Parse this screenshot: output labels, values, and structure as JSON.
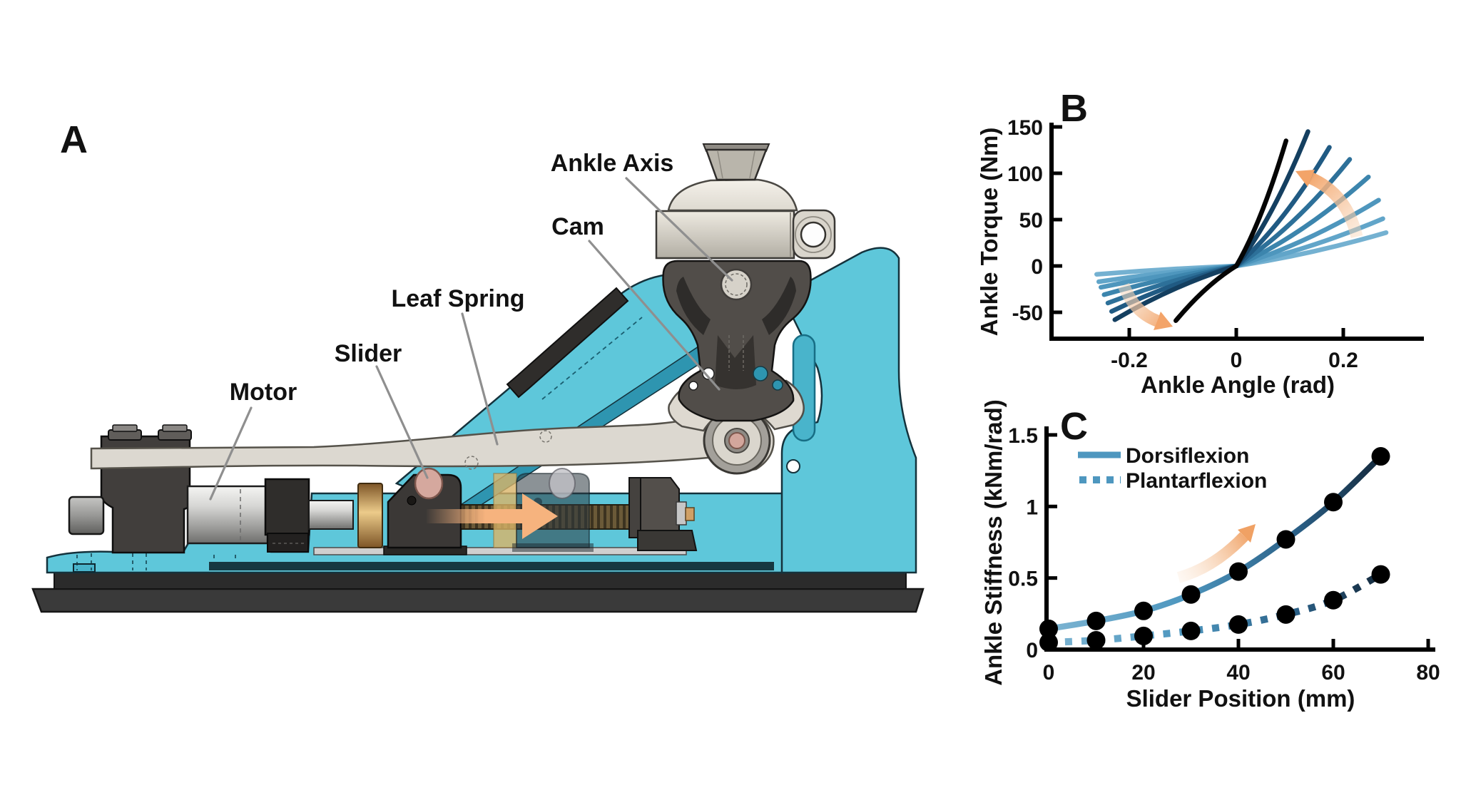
{
  "panels": {
    "a": {
      "letter": "A",
      "labels": {
        "ankle_axis": "Ankle Axis",
        "cam": "Cam",
        "leaf_spring": "Leaf Spring",
        "slider": "Slider",
        "motor": "Motor"
      }
    },
    "b": {
      "letter": "B"
    },
    "c": {
      "letter": "C"
    }
  },
  "chart_data": [
    {
      "id": "ankle-torque-vs-angle",
      "type": "line",
      "title": "",
      "xlabel": "Ankle Angle (rad)",
      "ylabel": "Ankle Torque (Nm)",
      "xlim": [
        -0.345,
        0.35
      ],
      "ylim": [
        -81,
        155
      ],
      "xticks": [
        -0.2,
        0,
        0.2
      ],
      "yticks": [
        150,
        100,
        50,
        0,
        -50
      ],
      "grid": false,
      "legend": "none",
      "series_note": "one torque-angle curve per slider position; colors light blue (0 mm) to black (70 mm); all pass through origin",
      "series": [
        {
          "slider_mm": 0,
          "color": "#74b1d1",
          "points": [
            [
              -0.261,
              -9
            ],
            [
              0,
              0
            ],
            [
              0.28,
              36
            ]
          ]
        },
        {
          "slider_mm": 10,
          "color": "#61a5c9",
          "points": [
            [
              -0.257,
              -17
            ],
            [
              0,
              0
            ],
            [
              0.274,
              51
            ]
          ]
        },
        {
          "slider_mm": 20,
          "color": "#4e96bd",
          "points": [
            [
              -0.253,
              -23
            ],
            [
              0,
              0
            ],
            [
              0.266,
              71
            ]
          ]
        },
        {
          "slider_mm": 30,
          "color": "#3c85ad",
          "points": [
            [
              -0.247,
              -31
            ],
            [
              0,
              0
            ],
            [
              0.247,
              96
            ]
          ]
        },
        {
          "slider_mm": 40,
          "color": "#2d7099",
          "points": [
            [
              -0.24,
              -40
            ],
            [
              0,
              0
            ],
            [
              0.212,
              115
            ]
          ]
        },
        {
          "slider_mm": 50,
          "color": "#205a83",
          "points": [
            [
              -0.233,
              -49
            ],
            [
              0,
              0
            ],
            [
              0.174,
              128
            ]
          ]
        },
        {
          "slider_mm": 60,
          "color": "#143f60",
          "points": [
            [
              -0.227,
              -58
            ],
            [
              0,
              0
            ],
            [
              0.134,
              145
            ]
          ]
        },
        {
          "slider_mm": 70,
          "color": "#050505",
          "points": [
            [
              -0.113,
              -59
            ],
            [
              0,
              0
            ],
            [
              0.093,
              135
            ]
          ]
        }
      ],
      "annotations": [
        {
          "shape": "curved-arrow",
          "color": "#f3a469",
          "location": "upper-right quadrant"
        },
        {
          "shape": "curved-arrow",
          "color": "#f3a469",
          "location": "lower-left quadrant"
        }
      ]
    },
    {
      "id": "ankle-stiffness-vs-slider-position",
      "type": "line",
      "title": "",
      "xlabel": "Slider Position (mm)",
      "ylabel": "Ankle Stiffness (kNm/rad)",
      "xlim": [
        0,
        80
      ],
      "ylim": [
        0,
        1.5
      ],
      "xticks": [
        0,
        20,
        40,
        60,
        80
      ],
      "yticks": [
        0,
        0.5,
        1,
        1.5
      ],
      "grid": false,
      "legend_position": "upper-left",
      "x": [
        0,
        10,
        20,
        30,
        40,
        50,
        60,
        70
      ],
      "series": [
        {
          "name": "Dorsiflexion",
          "style": "solid",
          "marker": "black-dot",
          "values": [
            0.145,
            0.2,
            0.27,
            0.385,
            0.545,
            0.77,
            1.03,
            1.35
          ]
        },
        {
          "name": "Plantarflexion",
          "style": "dotted",
          "marker": "black-dot",
          "values": [
            0.05,
            0.065,
            0.095,
            0.13,
            0.175,
            0.245,
            0.345,
            0.525
          ]
        }
      ],
      "annotations": [
        {
          "shape": "curved-arrow",
          "color": "#f3a469",
          "location": "center, pointing up-right"
        }
      ]
    }
  ],
  "colors": {
    "frame_teal": "#5ec7da",
    "frame_teal_dark": "#2e95b0",
    "metal_dark": "#413e3c",
    "metal_cream": "#dcd8d0",
    "bronze": "#d9a964",
    "pin_pink": "#d5a89e",
    "arrow_orange": "#f3a469",
    "chart_blue": "#4e97bf",
    "chart_navy": "#14293c"
  }
}
